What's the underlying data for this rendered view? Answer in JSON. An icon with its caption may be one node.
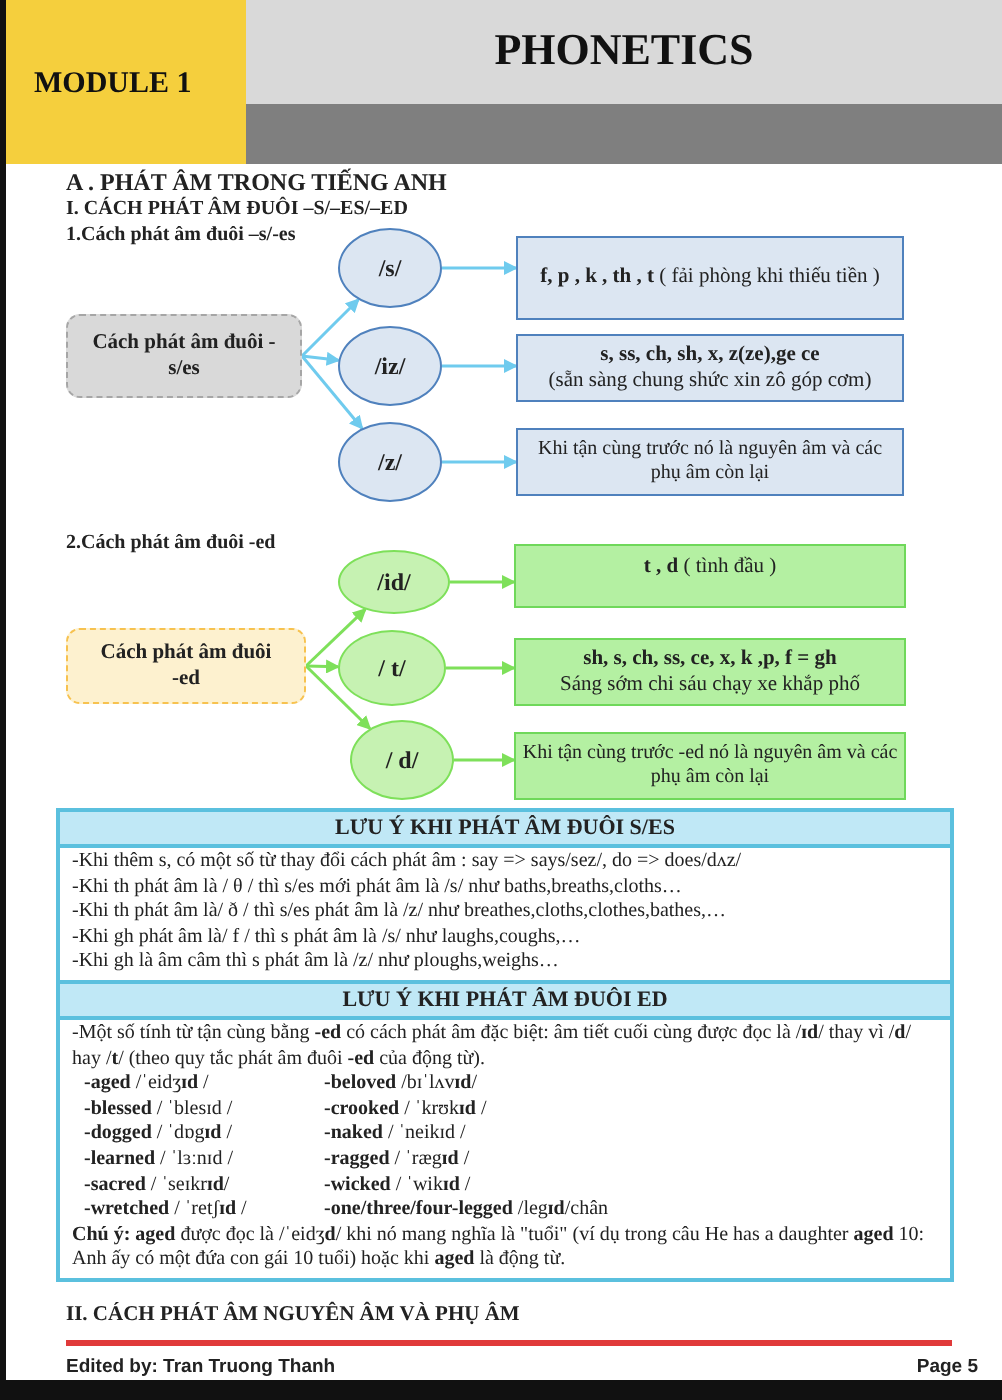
{
  "diagram": {
    "title": "PHONETICS",
    "nodes": [
      {
        "text": [
          "Cách phát âm đuôi -s/es"
        ]
      },
      {
        "text": [
          "/s/"
        ]
      },
      {
        "text": [
          "/iz/"
        ]
      },
      {
        "text": [
          "/z/"
        ]
      },
      {
        "text": [
          "**f, p , k , th , t** ( fải phòng khi thiếu tiền )"
        ]
      },
      {
        "text": [
          "s, ss, ch, sh, x, z(ze),ge ce",
          "(sẵn sàng chung shức xin zô góp cơm)"
        ]
      },
      {
        "text": [
          "Khi tận cùng trước nó là nguyên âm và các phụ âm còn lại"
        ]
      },
      {
        "text": [
          "Cách phát âm đuôi -ed"
        ]
      },
      {
        "text": [
          "/id/"
        ]
      },
      {
        "text": [
          "/ t/"
        ]
      },
      {
        "text": [
          "/ d/"
        ]
      },
      {
        "text": [
          "**t , d**  ( tình đầu )"
        ]
      },
      {
        "text": [
          "sh, s, ch, ss, ce, x, k ,p, f = gh",
          "Sáng  sớm chi sáu chạy xe khắp phố"
        ]
      },
      {
        "text": [
          "Khi tận cùng trước -ed nó là nguyên âm và các phụ âm còn lại"
        ]
      }
    ],
    "edges": [
      {
        "from": 0,
        "to": 1,
        "arrow": "to"
      },
      {
        "from": 0,
        "to": 2,
        "arrow": "to"
      },
      {
        "from": 0,
        "to": 3,
        "arrow": "to"
      },
      {
        "from": 1,
        "to": 4,
        "arrow": "to"
      },
      {
        "from": 2,
        "to": 5,
        "arrow": "to"
      },
      {
        "from": 3,
        "to": 6,
        "arrow": "to"
      },
      {
        "from": 7,
        "to": 8,
        "arrow": "to",
        "color": "#7ee05a"
      },
      {
        "from": 7,
        "to": 9,
        "arrow": "to",
        "color": "#7ee05a"
      },
      {
        "from": 7,
        "to": 10,
        "arrow": "to",
        "color": "#7ee05a"
      },
      {
        "from": 8,
        "to": 11,
        "arrow": "to",
        "color": "#7ee05a"
      },
      {
        "from": 9,
        "to": 12,
        "arrow": "to",
        "color": "#7ee05a"
      },
      {
        "from": 10,
        "to": 13,
        "arrow": "to",
        "color": "#7ee05a"
      }
    ],
    "labels": [
      "MODULE 1",
      "A . PHÁT ÂM TRONG TIẾNG ANH",
      "I. CÁCH PHÁT ÂM ĐUÔI –S/–ES/–ED",
      "1.Cách phát âm đuôi –s/-es",
      "2.Cách phát âm đuôi -ed",
      "LƯU Ý KHI PHÁT ÂM ĐUÔI S/ES",
      "-Khi thêm s, có một số từ thay đổi cách phát âm : say => says/sez/, do => does/dʌz/",
      "-Khi th phát âm là / θ / thì s/es mới phát âm là /s/ như baths,breaths,cloths…",
      "-Khi th phát âm là/ ð /  thì s/es phát âm là /z/ như breathes,cloths,clothes,bathes,…",
      "-Khi gh phát âm là/ f /  thì s phát âm là /s/ như laughs,coughs,…",
      "-Khi gh là âm câm thì s phát âm là /z/ như ploughs,weighs…",
      "LƯU Ý KHI PHÁT ÂM ĐUÔI ED",
      "-Một số tính từ tận cùng bằng **-ed** có cách phát âm đặc biệt: âm tiết cuối cùng được đọc là /**ɪd**/ thay vì /**d**/ hay /**t**/ (theo quy tắc phát âm đuôi **-ed** của động từ).",
      "**-aged** /ˈeidʒ**ɪd** /",
      "**-beloved** /bɪˈlʌv**ɪd**/",
      "**-blessed** / ˈblesɪd /",
      "**-crooked** / ˈkrʊk**ɪd** /",
      "**-dogged** / ˈdɒg**ɪd** /",
      "**-naked** / ˈneikɪd /",
      "**-learned** / ˈlɜːnɪd /",
      "**-ragged** / ˈræg**ɪd** /",
      "**-sacred** / ˈseɪkr**ɪd**/",
      "**-wicked** / ˈwik**ɪd** /",
      "**-wretched** / ˈretʃ**ɪd** /",
      "**-one/three/four-legged** /leg**ɪd**/chân",
      "**Chú ý: aged** được đọc là  /ˈeidʒ**d**/  khi nó mang nghĩa là \"tuổi\" (ví dụ trong câu He has a daughter **aged** 10: Anh ấy có một đứa con gái 10 tuổi) hoặc khi **aged** là động từ.",
      "II. CÁCH PHÁT ÂM NGUYÊN ÂM VÀ PHỤ ÂM",
      "Edited by: Tran Truong Thanh",
      "Page 5"
    ]
  }
}
